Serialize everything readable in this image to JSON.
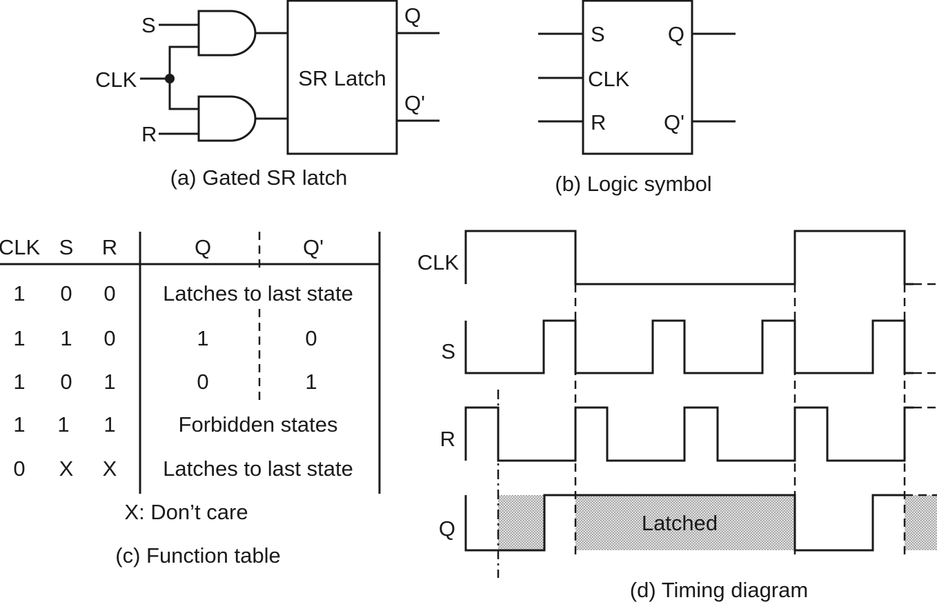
{
  "panel_a": {
    "input_s": "S",
    "input_clk": "CLK",
    "input_r": "R",
    "latch_label": "SR Latch",
    "output_q": "Q",
    "output_qbar": "Q'",
    "caption": "(a) Gated SR latch"
  },
  "panel_b": {
    "input_s": "S",
    "input_clk": "CLK",
    "input_r": "R",
    "output_q": "Q",
    "output_qbar": "Q'",
    "caption": "(b) Logic symbol"
  },
  "panel_c": {
    "headers": [
      "CLK",
      "S",
      "R",
      "Q",
      "Q'"
    ],
    "rows": [
      {
        "clk": "1",
        "s": "0",
        "r": "0",
        "merged": "Latches to last state"
      },
      {
        "clk": "1",
        "s": "1",
        "r": "0",
        "q": "1",
        "qbar": "0"
      },
      {
        "clk": "1",
        "s": "0",
        "r": "1",
        "q": "0",
        "qbar": "1"
      },
      {
        "clk": "1",
        "s": "1",
        "r": "1",
        "merged": "Forbidden states"
      },
      {
        "clk": "0",
        "s": "X",
        "r": "X",
        "merged": "Latches to last state"
      }
    ],
    "note": "X: Don’t care",
    "caption": "(c) Function table"
  },
  "panel_d": {
    "signals": [
      "CLK",
      "S",
      "R",
      "Q"
    ],
    "latched_label": "Latched",
    "caption": "(d) Timing diagram"
  }
}
